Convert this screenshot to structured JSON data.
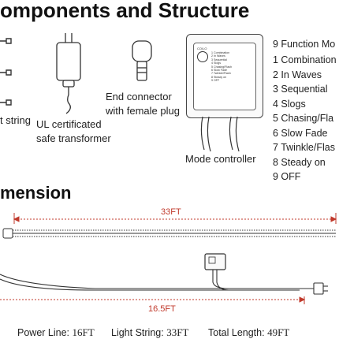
{
  "header": {
    "title": "omponents and Structure"
  },
  "components": {
    "light_string_label": "t string",
    "transformer_label": [
      "UL certificated",
      "safe transformer"
    ],
    "end_connector_label": [
      "End connector",
      "with female plug"
    ],
    "controller_label": "Mode controller",
    "controller_dial_text": "CO/LO",
    "controller_modes": [
      "1 Combination",
      "2 In Waves",
      "3 Sequential",
      "4 Slogs",
      "5 Chasing/Flash",
      "6 Slow Fade",
      "7 Twinkle/Flash",
      "8 Steady on",
      "9 OFF"
    ]
  },
  "functions": {
    "title": "9 Function Mo",
    "modes": [
      "1 Combination",
      "2 In Waves",
      "3 Sequential",
      "4 Slogs",
      "5 Chasing/Fla",
      "6 Slow Fade",
      "7 Twinkle/Flas",
      "8 Steady on",
      "9 OFF"
    ]
  },
  "dimension": {
    "title": "mension",
    "light_length": "33FT",
    "power_length": "16.5FT"
  },
  "summary": {
    "power_line_label": "Power Line:",
    "power_line_value": "16FT",
    "light_string_label": "Light String:",
    "light_string_value": "33FT",
    "total_label": "Total Length:",
    "total_value": "49FT"
  },
  "colors": {
    "dimension_red": "#c0392b",
    "ink": "#222222"
  }
}
